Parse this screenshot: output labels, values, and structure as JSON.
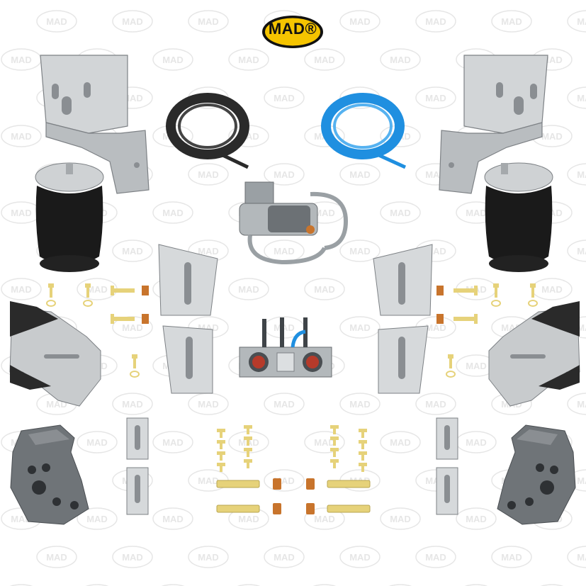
{
  "brand": {
    "logo_text": "MAD®",
    "logo_fill": "#f5c400",
    "logo_outline": "#111111"
  },
  "watermark": {
    "text": "MAD",
    "color": "#e6e6e6"
  },
  "colors": {
    "steel": "#c8cbcd",
    "steel_dark": "#8c9094",
    "cast_part": "#6f7478",
    "air_spring": "#1a1a1a",
    "hose_black": "#2a2a2a",
    "hose_blue": "#1f8fe0",
    "bolt_yellow": "#e6d27a",
    "nut_copper": "#c8742c"
  },
  "components": [
    "top-bracket-left",
    "top-bracket-right",
    "black-air-hose-coil",
    "blue-air-hose-coil",
    "air-spring-left",
    "air-spring-right",
    "air-compressor",
    "gauge-panel",
    "lower-bracket-left",
    "lower-bracket-right",
    "cast-bracket-left",
    "cast-bracket-right",
    "flat-plates",
    "hardware-bolts",
    "hardware-nuts"
  ]
}
